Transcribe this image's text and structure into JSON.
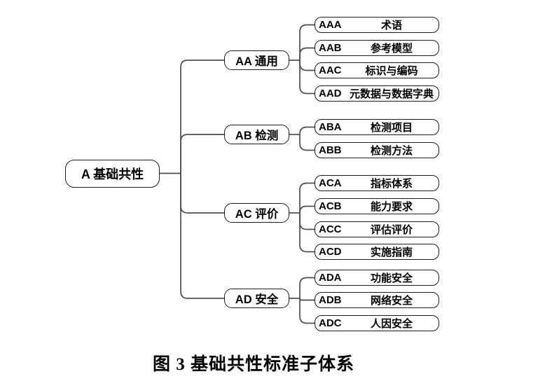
{
  "colors": {
    "line": "#4d4d4d",
    "border": "#1c1c1c"
  },
  "diagram": {
    "root": {
      "label": "A 基础共性"
    },
    "branches": [
      {
        "label": "AA 通用",
        "children": [
          {
            "code": "AAA",
            "label": "术语"
          },
          {
            "code": "AAB",
            "label": "参考模型"
          },
          {
            "code": "AAC",
            "label": "标识与编码"
          },
          {
            "code": "AAD",
            "label": "元数据与数据字典"
          }
        ]
      },
      {
        "label": "AB 检测",
        "children": [
          {
            "code": "ABA",
            "label": "检测项目"
          },
          {
            "code": "ABB",
            "label": "检测方法"
          }
        ]
      },
      {
        "label": "AC 评价",
        "children": [
          {
            "code": "ACA",
            "label": "指标体系"
          },
          {
            "code": "ACB",
            "label": "能力要求"
          },
          {
            "code": "ACC",
            "label": "评估评价"
          },
          {
            "code": "ACD",
            "label": "实施指南"
          }
        ]
      },
      {
        "label": "AD 安全",
        "children": [
          {
            "code": "ADA",
            "label": "功能安全"
          },
          {
            "code": "ADB",
            "label": "网络安全"
          },
          {
            "code": "ADC",
            "label": "人因安全"
          }
        ]
      }
    ],
    "caption": "图 3 基础共性标准子体系"
  }
}
